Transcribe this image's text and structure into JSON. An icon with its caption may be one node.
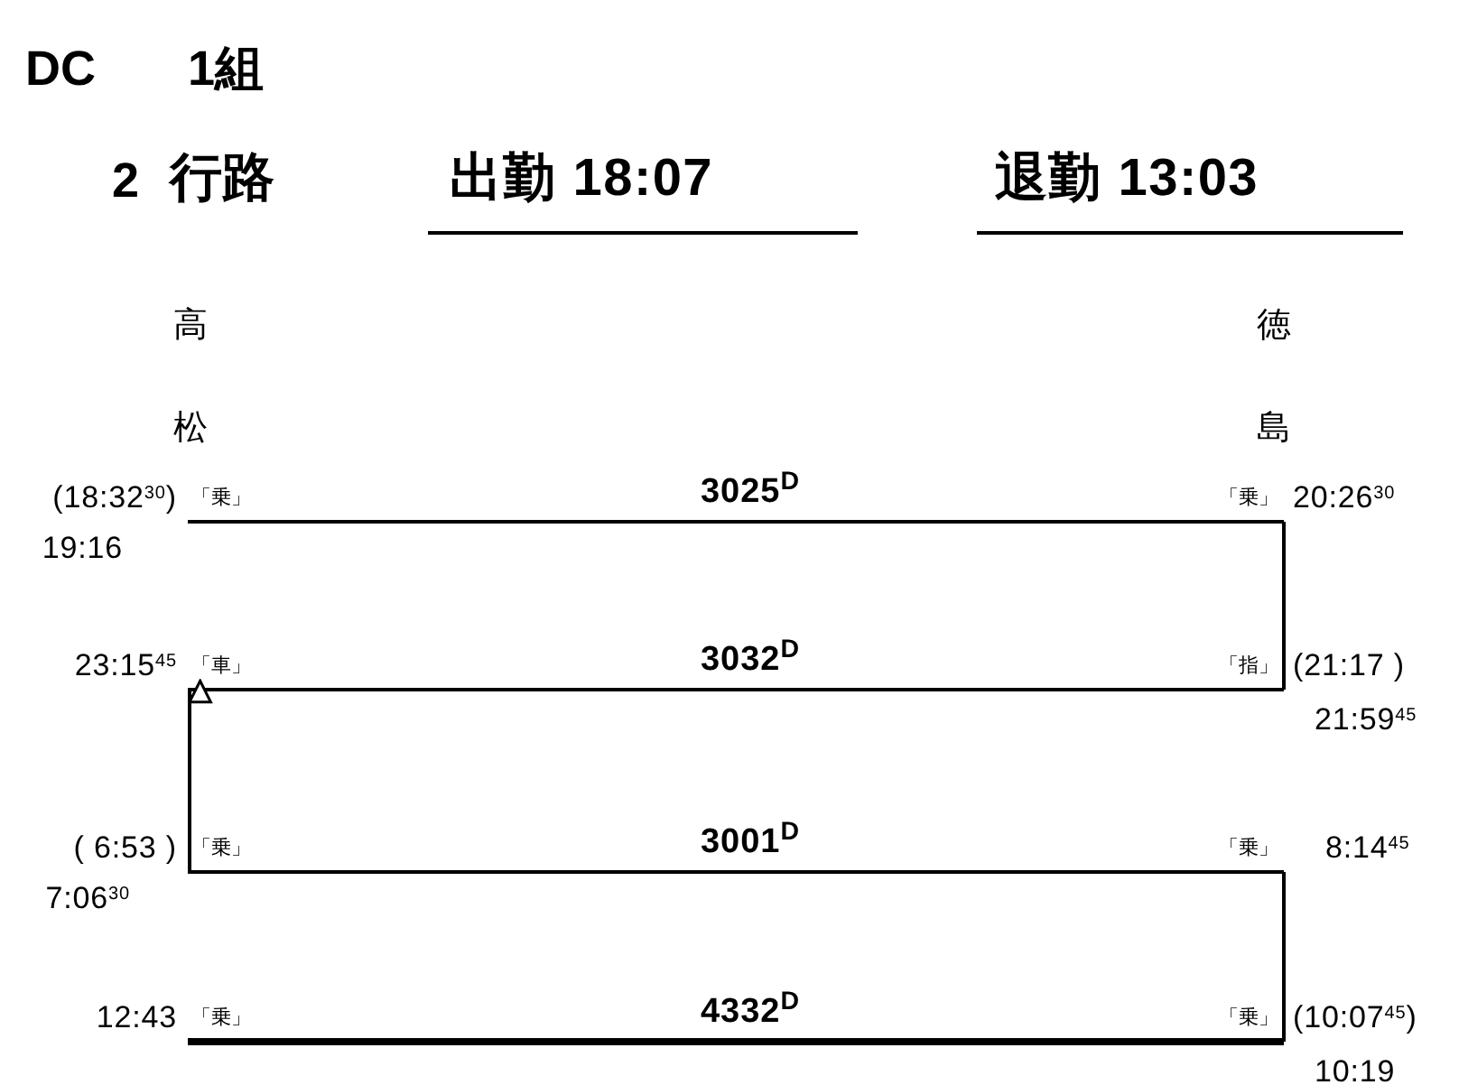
{
  "diagram": {
    "nodes": [
      {
        "text": [
          "「乗」"
        ],
        "beside": [
          "(18:32$^{30}$)",
          "19:16"
        ]
      },
      {
        "text": [
          "「乗」"
        ],
        "beside": [
          "20:26$^{30}$"
        ]
      },
      {
        "text": [
          "「車」"
        ],
        "beside": [
          "23:15$^{45}$"
        ]
      },
      {
        "text": [
          "「指」"
        ],
        "beside": [
          "(21:17 )",
          "21:59$^{45}$"
        ]
      },
      {
        "text": [
          "「乗」"
        ],
        "beside": [
          "( 6:53 )",
          "7:06$^{30}$"
        ]
      },
      {
        "text": [
          "「乗」"
        ],
        "beside": [
          "8:14$^{45}$"
        ]
      },
      {
        "text": [
          "「乗」"
        ],
        "beside": [
          "12:43"
        ]
      },
      {
        "text": [
          "「乗」"
        ],
        "beside": [
          "(10:07$^{45}$)",
          "10:19"
        ]
      }
    ],
    "edges": [
      {
        "from": 0,
        "to": 1,
        "arrow": "none",
        "label": "3025$^{D}$"
      },
      {
        "from": 1,
        "to": 3,
        "arrow": "none"
      },
      {
        "from": 3,
        "to": 2,
        "arrow": "none",
        "label": "3032$^{D}$"
      },
      {
        "from": 4,
        "to": 2,
        "arrow": "to"
      },
      {
        "from": 4,
        "to": 5,
        "arrow": "none",
        "label": "3001$^{D}$"
      },
      {
        "from": 5,
        "to": 7,
        "arrow": "none"
      },
      {
        "from": 6,
        "to": 7,
        "arrow": "none",
        "label": "4332$^{D}$",
        "style": "thick"
      }
    ],
    "labels": [
      "DC",
      "1組",
      "2",
      "行路",
      "出勤 18:07",
      "退勤 13:03",
      "高松",
      "徳島"
    ]
  }
}
